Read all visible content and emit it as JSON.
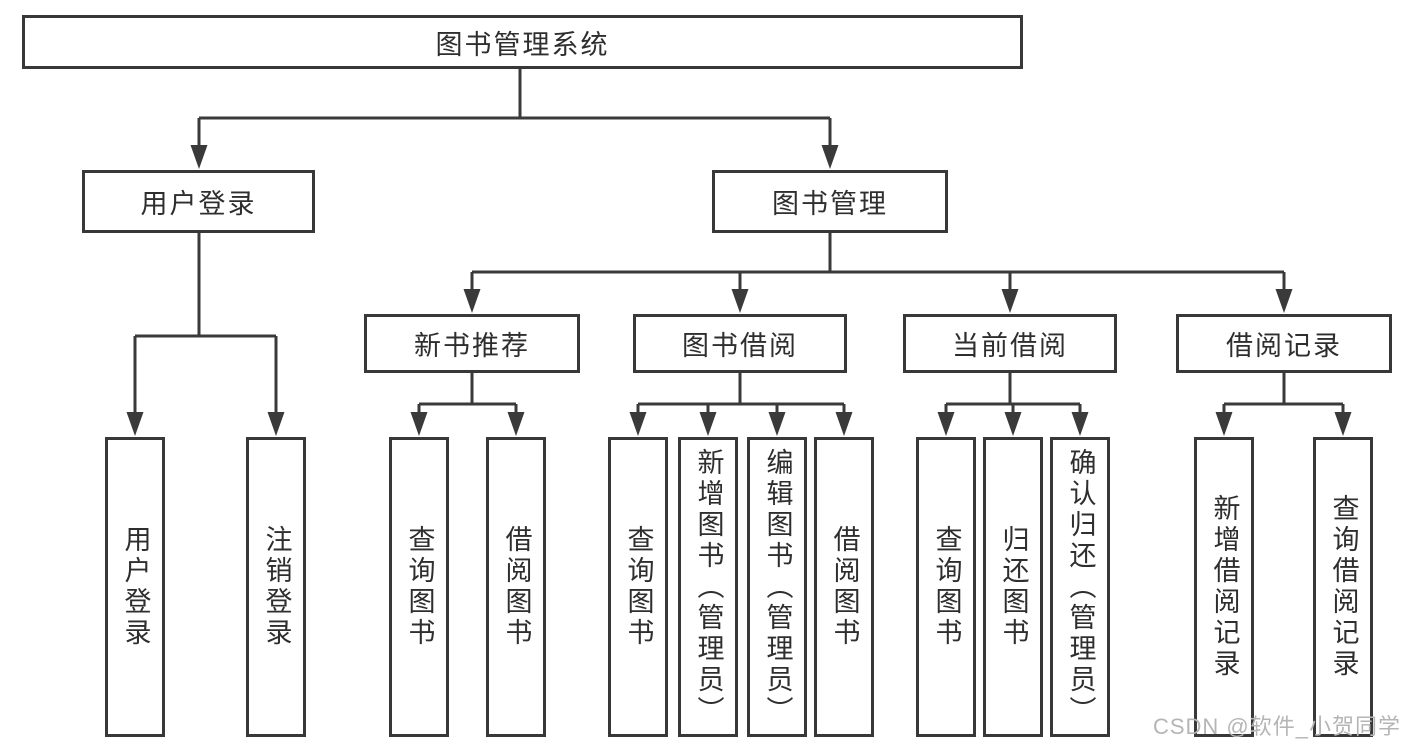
{
  "diagram": {
    "type": "hierarchy",
    "tree": {
      "root": {
        "label": "图书管理系统",
        "children": [
          {
            "label": "用户登录",
            "children": [
              {
                "label": "用户登录"
              },
              {
                "label": "注销登录"
              }
            ]
          },
          {
            "label": "图书管理",
            "children": [
              {
                "label": "新书推荐",
                "children": [
                  {
                    "label": "查询图书"
                  },
                  {
                    "label": "借阅图书"
                  }
                ]
              },
              {
                "label": "图书借阅",
                "children": [
                  {
                    "label": "查询图书"
                  },
                  {
                    "label": "新增图书（管理员）"
                  },
                  {
                    "label": "编辑图书（管理员）"
                  },
                  {
                    "label": "借阅图书"
                  }
                ]
              },
              {
                "label": "当前借阅",
                "children": [
                  {
                    "label": "查询图书"
                  },
                  {
                    "label": "归还图书"
                  },
                  {
                    "label": "确认归还（管理员）"
                  }
                ]
              },
              {
                "label": "借阅记录",
                "children": [
                  {
                    "label": "新增借阅记录"
                  },
                  {
                    "label": "查询借阅记录"
                  }
                ]
              }
            ]
          }
        ]
      }
    },
    "colors": {
      "line": "#3a3a3a",
      "box_border": "#383838",
      "text": "#2e2e2e",
      "background": "#ffffff",
      "watermark": "#b5b5b5"
    }
  },
  "watermark": {
    "text": "CSDN @软件_小贺同学"
  }
}
